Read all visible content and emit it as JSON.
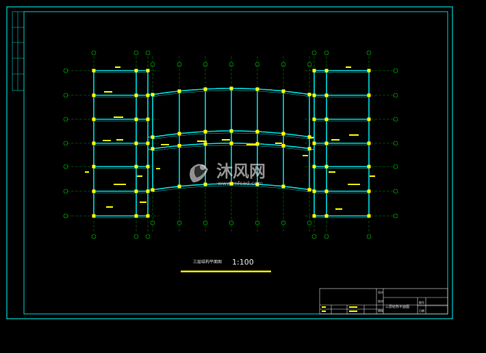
{
  "drawing": {
    "plan_title": "三层结构平面图",
    "scale": "1:100",
    "watermark_text": "沐风网",
    "watermark_url": "www.mfcad.com"
  },
  "title_block": {
    "drawing_name": "三层结构平面图",
    "row_labels": [
      "设计",
      "校对",
      "审核"
    ],
    "right_labels": [
      "图号",
      "日期"
    ]
  },
  "colors": {
    "background": "#000000",
    "frame": "#00d4d4",
    "beam": "#00e0e0",
    "axis": "#00cc00",
    "column": "#ffff00",
    "annotation": "#ffff00",
    "text_white": "#e8e8e8"
  }
}
